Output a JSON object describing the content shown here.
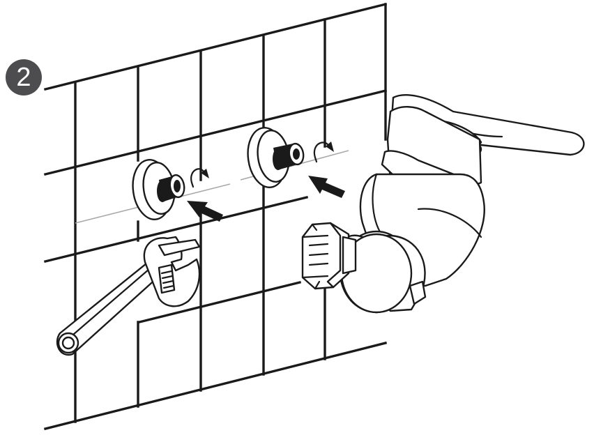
{
  "step": {
    "number": "2",
    "badge_color": "#4d4d4f"
  },
  "parts": [
    {
      "name": "wall-tiles"
    },
    {
      "name": "left-wall-flange"
    },
    {
      "name": "right-wall-flange"
    },
    {
      "name": "adjustable-wrench"
    },
    {
      "name": "single-lever-mixer"
    }
  ],
  "colors": {
    "ink": "#1a1a1a",
    "guide": "#a8a8a8",
    "background": "#ffffff"
  }
}
